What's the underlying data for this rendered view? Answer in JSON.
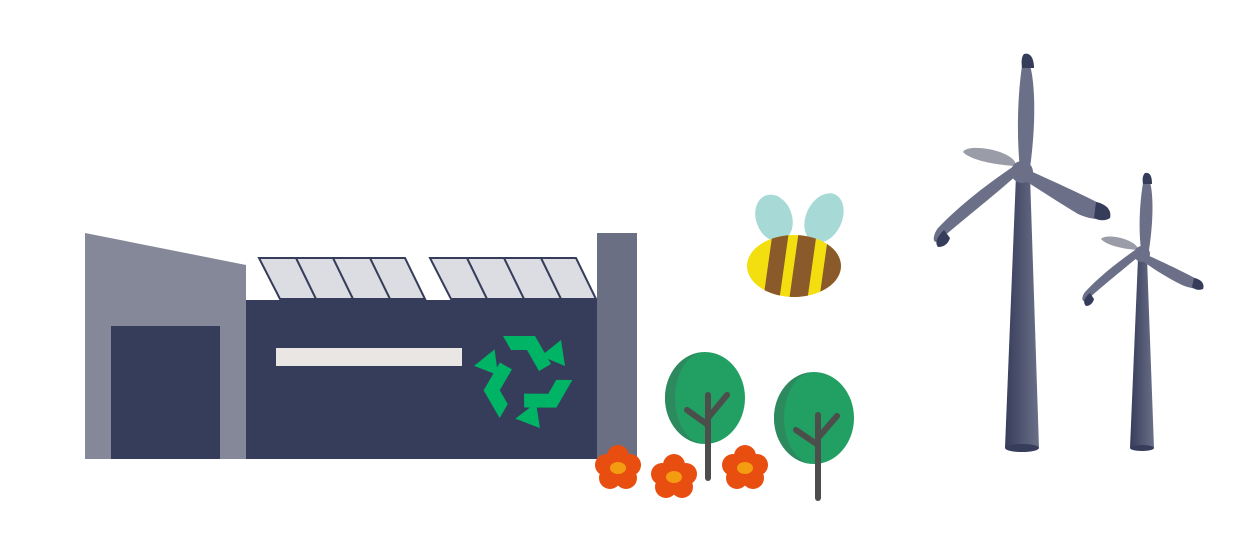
{
  "scene": {
    "subjects": [
      "factory",
      "solar-panels",
      "recycling-symbol",
      "bee",
      "trees",
      "flowers",
      "wind-turbines"
    ]
  },
  "colors": {
    "background": "#ffffff",
    "building_dark": "#363d5a",
    "building_grey": "#848899",
    "pillar": "#6b6f84",
    "solar_panel": "#dcdde2",
    "panel_stroke": "#363d5a",
    "sign_stripe": "#e9e6e3",
    "recycle_green": "#00b466",
    "tree_green": "#22a064",
    "tree_shade": "#2d8a5e",
    "trunk": "#4b4e4a",
    "flower_orange": "#e84e0f",
    "flower_center": "#f39c12",
    "bee_yellow": "#f3df10",
    "bee_brown": "#8b5a2b",
    "bee_wing": "#a7dad6",
    "turbine_light": "#9a9ca8",
    "turbine_mid": "#6b7088",
    "turbine_dark": "#363d5a"
  }
}
